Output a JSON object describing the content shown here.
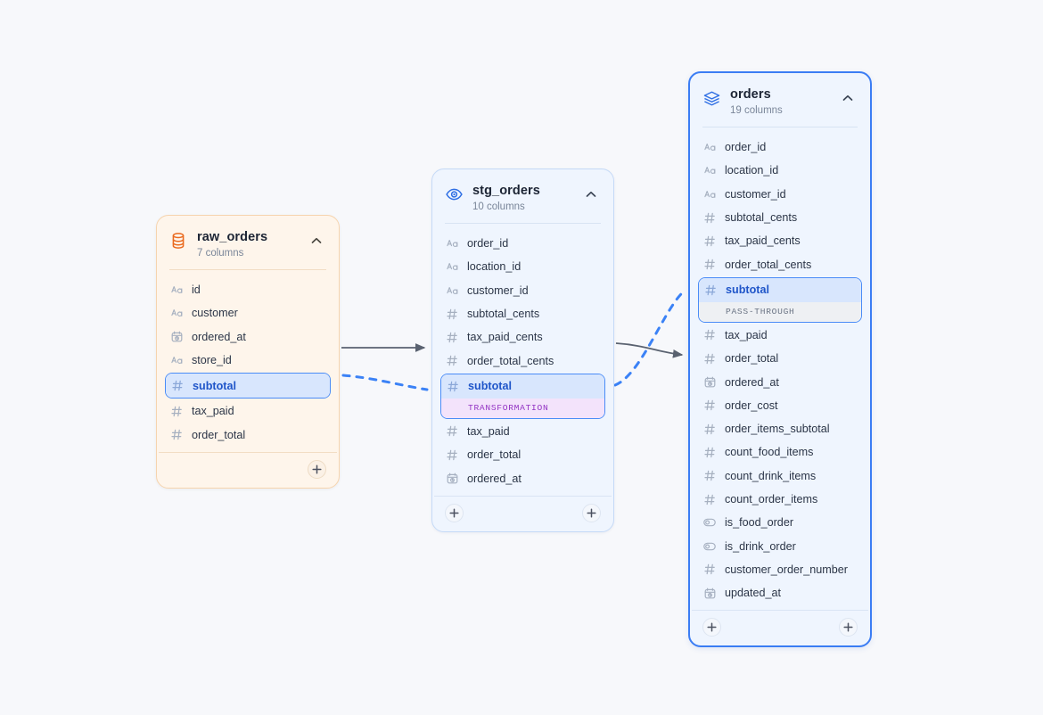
{
  "canvas": {
    "background": "#f7f8fb",
    "accent_blue": "#3b7df4",
    "lineage_dashed_color": "#3b82f6",
    "lineage_solid_color": "#5a6270"
  },
  "nodes": [
    {
      "id": "raw-orders",
      "title": "raw_orders",
      "subtitle": "7 columns",
      "icon": "database-icon",
      "kind": "source",
      "collapse_icon": "chevron-up-icon",
      "footer_buttons": [
        "plus-icon"
      ],
      "columns": [
        {
          "name": "id",
          "type_icon": "text-type-icon",
          "highlighted": false
        },
        {
          "name": "customer",
          "type_icon": "text-type-icon",
          "highlighted": false
        },
        {
          "name": "ordered_at",
          "type_icon": "date-type-icon",
          "highlighted": false
        },
        {
          "name": "store_id",
          "type_icon": "text-type-icon",
          "highlighted": false
        },
        {
          "name": "subtotal",
          "type_icon": "number-type-icon",
          "highlighted": true,
          "badge": null
        },
        {
          "name": "tax_paid",
          "type_icon": "number-type-icon",
          "highlighted": false
        },
        {
          "name": "order_total",
          "type_icon": "number-type-icon",
          "highlighted": false
        }
      ]
    },
    {
      "id": "stg-orders",
      "title": "stg_orders",
      "subtitle": "10 columns",
      "icon": "view-eye-icon",
      "kind": "view",
      "collapse_icon": "chevron-up-icon",
      "footer_buttons": [
        "plus-icon",
        "plus-icon"
      ],
      "columns": [
        {
          "name": "order_id",
          "type_icon": "text-type-icon",
          "highlighted": false
        },
        {
          "name": "location_id",
          "type_icon": "text-type-icon",
          "highlighted": false
        },
        {
          "name": "customer_id",
          "type_icon": "text-type-icon",
          "highlighted": false
        },
        {
          "name": "subtotal_cents",
          "type_icon": "number-type-icon",
          "highlighted": false
        },
        {
          "name": "tax_paid_cents",
          "type_icon": "number-type-icon",
          "highlighted": false
        },
        {
          "name": "order_total_cents",
          "type_icon": "number-type-icon",
          "highlighted": false
        },
        {
          "name": "subtotal",
          "type_icon": "number-type-icon",
          "highlighted": true,
          "badge": "TRANSFORMATION",
          "badge_style": "transformation"
        },
        {
          "name": "tax_paid",
          "type_icon": "number-type-icon",
          "highlighted": false
        },
        {
          "name": "order_total",
          "type_icon": "number-type-icon",
          "highlighted": false
        },
        {
          "name": "ordered_at",
          "type_icon": "date-type-icon",
          "highlighted": false
        }
      ]
    },
    {
      "id": "orders",
      "title": "orders",
      "subtitle": "19 columns",
      "icon": "layers-icon",
      "kind": "model",
      "selected": true,
      "collapse_icon": "chevron-up-icon",
      "footer_buttons": [
        "plus-icon",
        "plus-icon"
      ],
      "columns": [
        {
          "name": "order_id",
          "type_icon": "text-type-icon",
          "highlighted": false
        },
        {
          "name": "location_id",
          "type_icon": "text-type-icon",
          "highlighted": false
        },
        {
          "name": "customer_id",
          "type_icon": "text-type-icon",
          "highlighted": false
        },
        {
          "name": "subtotal_cents",
          "type_icon": "number-type-icon",
          "highlighted": false
        },
        {
          "name": "tax_paid_cents",
          "type_icon": "number-type-icon",
          "highlighted": false
        },
        {
          "name": "order_total_cents",
          "type_icon": "number-type-icon",
          "highlighted": false
        },
        {
          "name": "subtotal",
          "type_icon": "number-type-icon",
          "highlighted": true,
          "badge": "PASS-THROUGH",
          "badge_style": "passthrough"
        },
        {
          "name": "tax_paid",
          "type_icon": "number-type-icon",
          "highlighted": false
        },
        {
          "name": "order_total",
          "type_icon": "number-type-icon",
          "highlighted": false
        },
        {
          "name": "ordered_at",
          "type_icon": "date-type-icon",
          "highlighted": false
        },
        {
          "name": "order_cost",
          "type_icon": "number-type-icon",
          "highlighted": false
        },
        {
          "name": "order_items_subtotal",
          "type_icon": "number-type-icon",
          "highlighted": false
        },
        {
          "name": "count_food_items",
          "type_icon": "number-type-icon",
          "highlighted": false
        },
        {
          "name": "count_drink_items",
          "type_icon": "number-type-icon",
          "highlighted": false
        },
        {
          "name": "count_order_items",
          "type_icon": "number-type-icon",
          "highlighted": false
        },
        {
          "name": "is_food_order",
          "type_icon": "boolean-type-icon",
          "highlighted": false
        },
        {
          "name": "is_drink_order",
          "type_icon": "boolean-type-icon",
          "highlighted": false
        },
        {
          "name": "customer_order_number",
          "type_icon": "number-type-icon",
          "highlighted": false
        },
        {
          "name": "updated_at",
          "type_icon": "date-type-icon",
          "highlighted": false
        }
      ]
    }
  ],
  "edges": [
    {
      "name": "model-edge-raw-to-stg",
      "style": "solid",
      "from": "raw-orders",
      "to": "stg-orders"
    },
    {
      "name": "model-edge-stg-to-orders",
      "style": "solid",
      "from": "stg-orders",
      "to": "orders"
    },
    {
      "name": "column-edge-raw-subtotal-to-stg-subtotal",
      "style": "dashed",
      "from": "raw-orders.subtotal",
      "to": "stg-orders.subtotal"
    },
    {
      "name": "column-edge-stg-subtotal-to-orders-subtotal",
      "style": "dashed",
      "from": "stg-orders.subtotal",
      "to": "orders.subtotal"
    }
  ]
}
